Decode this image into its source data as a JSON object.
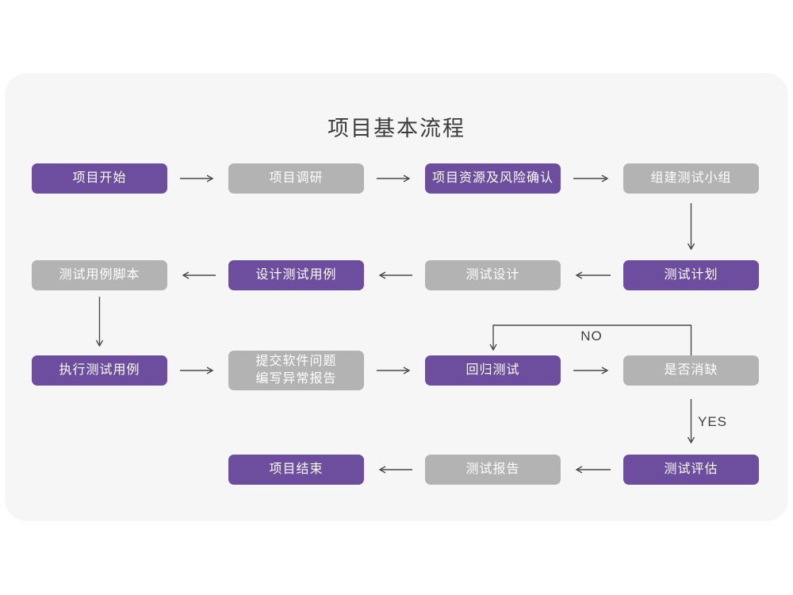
{
  "title": "项目基本流程",
  "colors": {
    "card_background": "#f6f6f7",
    "page_background": "#ffffff",
    "node_purple": "#6c4d9e",
    "node_gray": "#b3b3b4",
    "node_text": "#ffffff",
    "arrow": "#4a4a4a",
    "title_text": "#3b3b3b"
  },
  "nodes": [
    {
      "label": "项目开始",
      "variant": "purple",
      "row": 1,
      "col": 1
    },
    {
      "label": "项目调研",
      "variant": "gray",
      "row": 1,
      "col": 2
    },
    {
      "label": "项目资源及风险确认",
      "variant": "purple",
      "row": 1,
      "col": 3
    },
    {
      "label": "组建测试小组",
      "variant": "gray",
      "row": 1,
      "col": 4
    },
    {
      "label": "测试用例脚本",
      "variant": "gray",
      "row": 2,
      "col": 1
    },
    {
      "label": "设计测试用例",
      "variant": "purple",
      "row": 2,
      "col": 2
    },
    {
      "label": "测试设计",
      "variant": "gray",
      "row": 2,
      "col": 3
    },
    {
      "label": "测试计划",
      "variant": "purple",
      "row": 2,
      "col": 4
    },
    {
      "label": "执行测试用例",
      "variant": "purple",
      "row": 3,
      "col": 1
    },
    {
      "label": "提交软件问题\n编写异常报告",
      "variant": "gray",
      "row": 3,
      "col": 2
    },
    {
      "label": "回归测试",
      "variant": "purple",
      "row": 3,
      "col": 3
    },
    {
      "label": "是否消缺",
      "variant": "gray",
      "row": 3,
      "col": 4
    },
    {
      "label": "项目结束",
      "variant": "purple",
      "row": 4,
      "col": 2
    },
    {
      "label": "测试报告",
      "variant": "gray",
      "row": 4,
      "col": 3
    },
    {
      "label": "测试评估",
      "variant": "purple",
      "row": 4,
      "col": 4
    }
  ],
  "edge_labels": {
    "no": "NO",
    "yes": "YES"
  }
}
